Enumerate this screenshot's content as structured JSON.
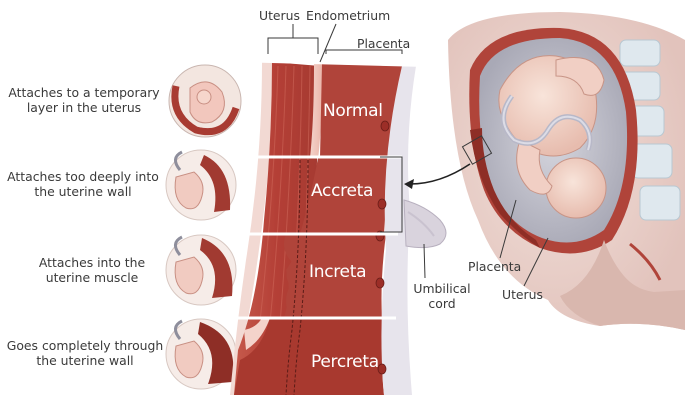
{
  "left_descriptions": [
    "Attaches to a temporary\nlayer in the uterus",
    "Attaches too deeply into\nthe uterine wall",
    "Attaches into the\nuterine muscle",
    "Goes completely through\nthe uterine wall"
  ],
  "bands": [
    "Normal",
    "Accreta",
    "Increta",
    "Percreta"
  ],
  "labels": {
    "uterus_top": "Uterus",
    "endometrium": "Endometrium",
    "placenta_top": "Placenta",
    "umbilical_cord": "Umbilical\ncord",
    "placenta_right": "Placenta",
    "uterus_right": "Uterus"
  },
  "colors": {
    "muscle": "#b9443a",
    "muscle_dark": "#8e2e26",
    "endometrium_pink": "#eec0b6",
    "placenta_gray": "#e6e3ea",
    "divider": "#ffffff",
    "text": "#3a3a3a"
  }
}
